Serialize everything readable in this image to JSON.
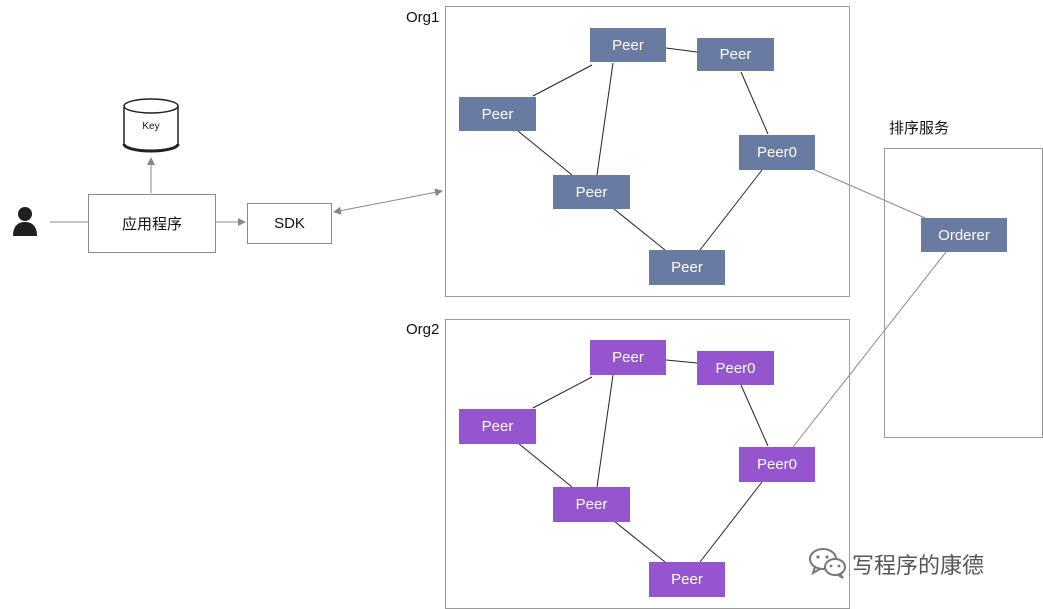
{
  "user": {
    "icon": "user-icon"
  },
  "key_store": {
    "label": "Key",
    "icon": "database-icon"
  },
  "application": {
    "label": "应用程序"
  },
  "sdk": {
    "label": "SDK"
  },
  "org1": {
    "label": "Org1",
    "color": "#6a7ba2",
    "nodes": [
      "Peer",
      "Peer",
      "Peer",
      "Peer0",
      "Peer",
      "Peer"
    ]
  },
  "org2": {
    "label": "Org2",
    "color": "#9455cf",
    "nodes": [
      "Peer",
      "Peer0",
      "Peer",
      "Peer0",
      "Peer",
      "Peer"
    ]
  },
  "ordering_service": {
    "label": "排序服务",
    "orderer": "Orderer",
    "color": "#6a7ba2"
  },
  "watermark": {
    "text": "写程序的康德",
    "icon": "wechat-icon"
  }
}
